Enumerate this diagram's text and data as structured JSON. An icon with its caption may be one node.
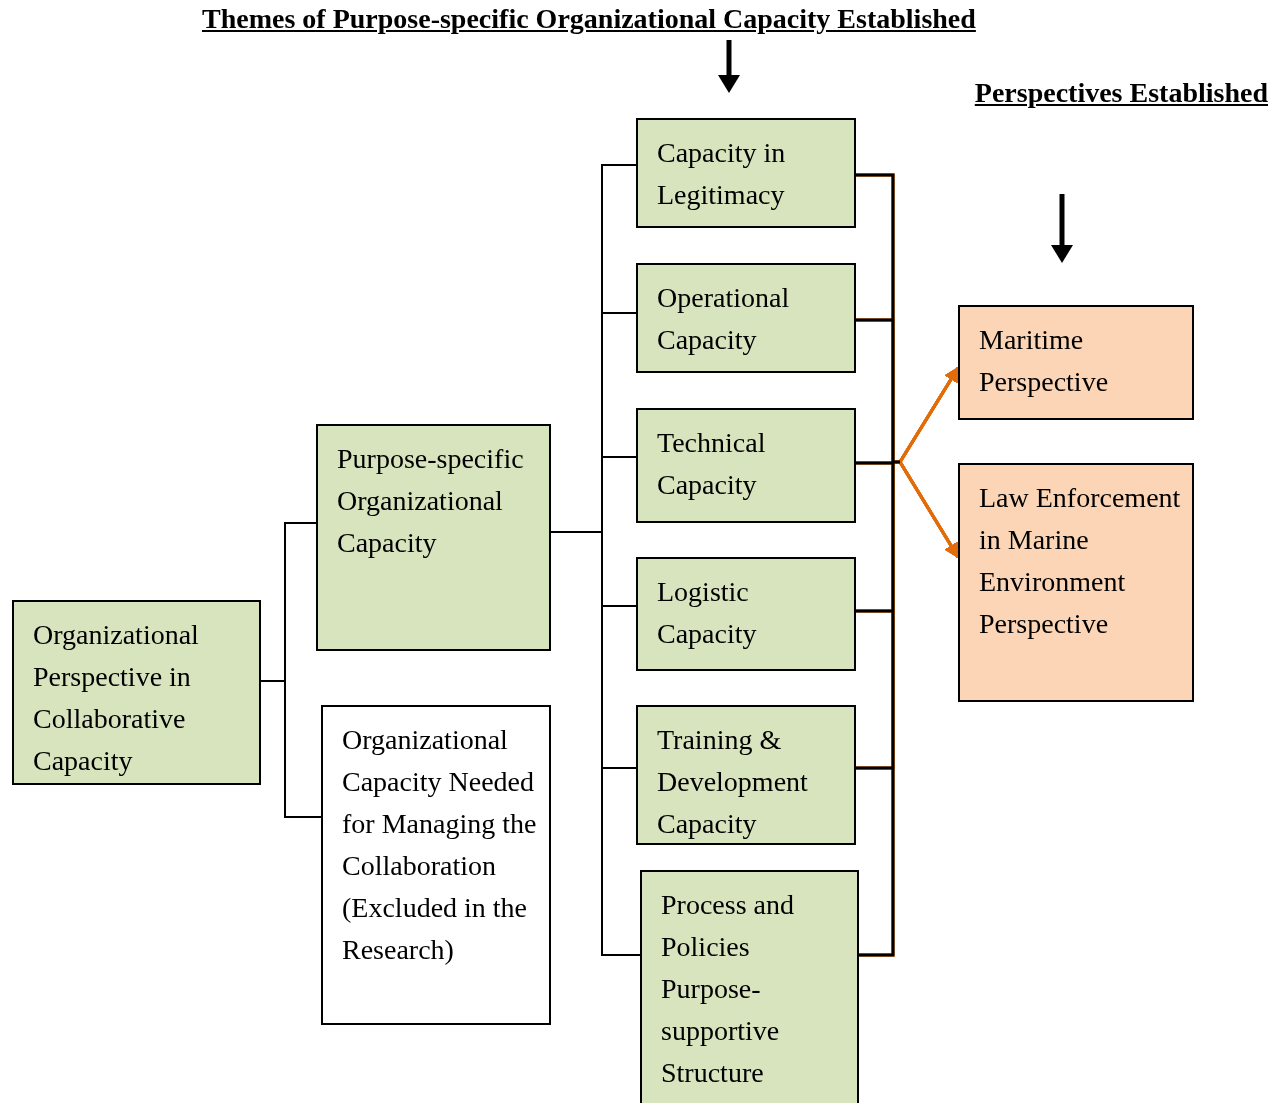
{
  "diagram": {
    "title": "Themes of Purpose-specific Organizational Capacity Established",
    "nodes": [
      {
        "text": [
          "Organizational Perspective in Collaborative Capacity"
        ]
      },
      {
        "text": [
          "Purpose-specific Organizational Capacity"
        ]
      },
      {
        "text": [
          "Organizational Capacity Needed for Managing the Collaboration (Excluded in the Research)"
        ]
      },
      {
        "text": [
          "Capacity in Legitimacy"
        ]
      },
      {
        "text": [
          "Operational Capacity"
        ]
      },
      {
        "text": [
          "Technical Capacity"
        ]
      },
      {
        "text": [
          "Logistic Capacity"
        ]
      },
      {
        "text": [
          "Training & Development Capacity"
        ]
      },
      {
        "text": [
          "Process and Policies Purpose-supportive Structure"
        ]
      },
      {
        "text": [
          "Maritime Perspective"
        ]
      },
      {
        "text": [
          "Law Enforcement in Marine Environment Perspective"
        ]
      }
    ],
    "edges": [
      {
        "from": 0,
        "to": 1,
        "arrow": "none",
        "color": "#000000"
      },
      {
        "from": 0,
        "to": 2,
        "arrow": "none",
        "color": "#000000"
      },
      {
        "from": 1,
        "to": 3,
        "arrow": "none",
        "color": "#000000"
      },
      {
        "from": 1,
        "to": 4,
        "arrow": "none",
        "color": "#000000"
      },
      {
        "from": 1,
        "to": 5,
        "arrow": "none",
        "color": "#000000"
      },
      {
        "from": 1,
        "to": 6,
        "arrow": "none",
        "color": "#000000"
      },
      {
        "from": 1,
        "to": 7,
        "arrow": "none",
        "color": "#000000"
      },
      {
        "from": 1,
        "to": 8,
        "arrow": "none",
        "color": "#000000"
      },
      {
        "from": 3,
        "to": 9,
        "arrow": "to",
        "color": "#e36c0a"
      },
      {
        "from": 3,
        "to": 10,
        "arrow": "to",
        "color": "#e36c0a"
      },
      {
        "from": 4,
        "to": 9,
        "arrow": "to",
        "color": "#e36c0a"
      },
      {
        "from": 4,
        "to": 10,
        "arrow": "to",
        "color": "#e36c0a"
      },
      {
        "from": 5,
        "to": 9,
        "arrow": "to",
        "color": "#e36c0a"
      },
      {
        "from": 5,
        "to": 10,
        "arrow": "to",
        "color": "#e36c0a"
      },
      {
        "from": 6,
        "to": 9,
        "arrow": "to",
        "color": "#e36c0a"
      },
      {
        "from": 6,
        "to": 10,
        "arrow": "to",
        "color": "#e36c0a"
      },
      {
        "from": 7,
        "to": 9,
        "arrow": "to",
        "color": "#e36c0a"
      },
      {
        "from": 7,
        "to": 10,
        "arrow": "to",
        "color": "#e36c0a"
      },
      {
        "from": 8,
        "to": 9,
        "arrow": "to",
        "color": "#e36c0a"
      },
      {
        "from": 8,
        "to": 10,
        "arrow": "to",
        "color": "#e36c0a"
      }
    ],
    "labels": [
      "Perspectives Established"
    ]
  }
}
